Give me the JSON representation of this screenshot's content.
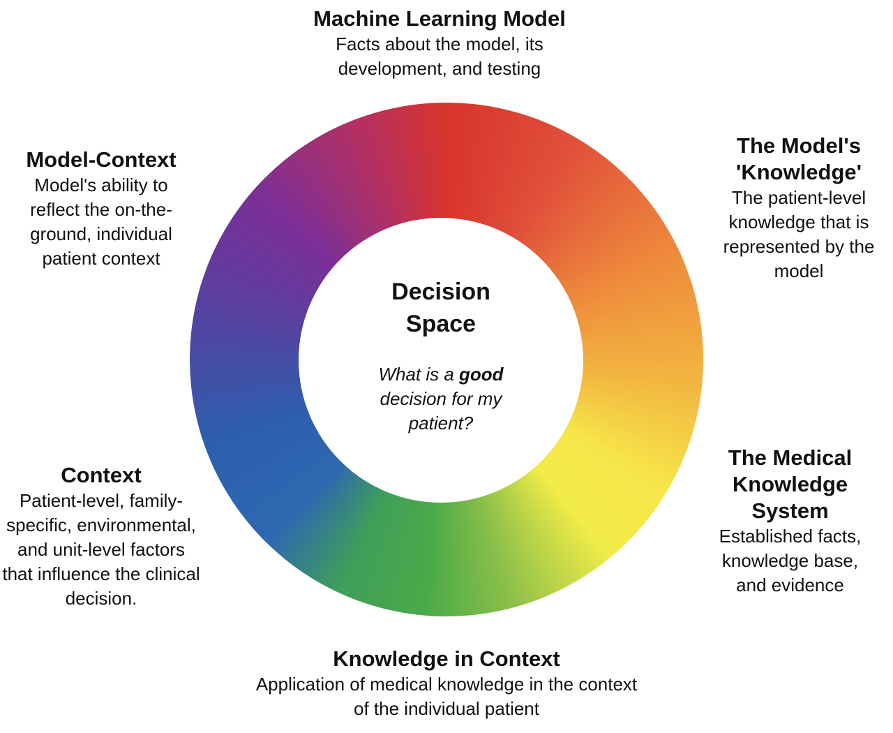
{
  "center": {
    "title_line1": "Decision",
    "title_line2": "Space",
    "question_pre": "What is a ",
    "question_bold": "good",
    "question_post": " decision for my patient?"
  },
  "segments": [
    {
      "title": "Machine Learning Model",
      "desc": "Facts about the model, its development, and testing"
    },
    {
      "title": "The Model's 'Knowledge'",
      "desc": "The patient-level knowledge that is represented by the model"
    },
    {
      "title": "The Medical Knowledge System",
      "desc": "Established facts, knowledge base, and evidence"
    },
    {
      "title": "Knowledge in Context",
      "desc": "Application of medical knowledge in the context of the individual patient"
    },
    {
      "title": "Context",
      "desc": "Patient-level, family-specific, environmental, and unit-level factors that influence the clinical decision."
    },
    {
      "title": "Model-Context",
      "desc": "Model's ability to reflect the on-the-ground, individual patient context"
    }
  ],
  "colors": {
    "red": "#d8342c",
    "orange": "#ee8a3c",
    "yellow": "#f6e54a",
    "green": "#4aaa48",
    "blue": "#2c5fae",
    "purple": "#7a2f98"
  }
}
